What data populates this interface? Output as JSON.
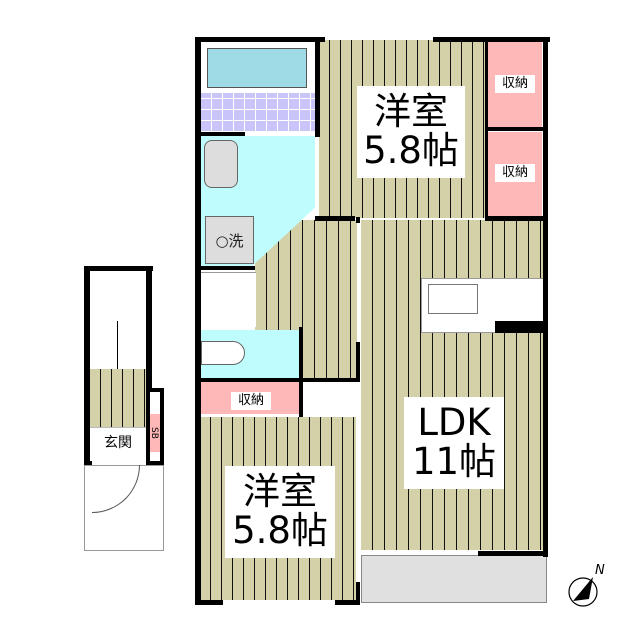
{
  "floorplan": {
    "rooms": [
      {
        "id": "western-room-north",
        "name": "洋室",
        "size": "5.8帖"
      },
      {
        "id": "western-room-south",
        "name": "洋室",
        "size": "5.8帖"
      },
      {
        "id": "ldk",
        "name": "LDK",
        "size": "11帖"
      }
    ],
    "storage": [
      "収納",
      "収納",
      "収納"
    ],
    "washer_label": "○洗",
    "entrance_label": "玄関",
    "shoe_box_label": "SB",
    "compass_label": "N"
  },
  "colors": {
    "floor": "#d4d0a8",
    "storage": "#ffb8b8",
    "wet_area": "#bffcfd",
    "bathtub": "#9fdbe6",
    "bath_tiles": "#c9c5fb",
    "balcony": "#e0e0e0"
  }
}
